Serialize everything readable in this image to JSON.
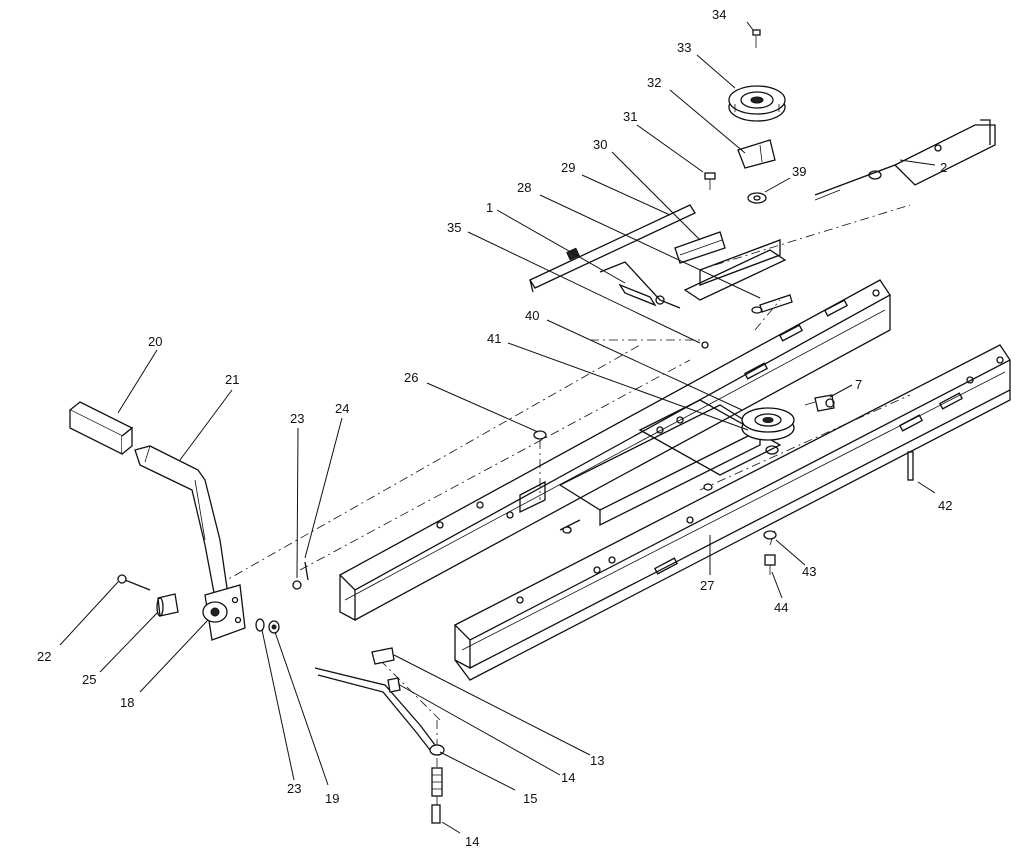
{
  "callouts": [
    {
      "id": "c34",
      "label": "34"
    },
    {
      "id": "c33",
      "label": "33"
    },
    {
      "id": "c32",
      "label": "32"
    },
    {
      "id": "c31",
      "label": "31"
    },
    {
      "id": "c30",
      "label": "30"
    },
    {
      "id": "c29",
      "label": "29"
    },
    {
      "id": "c28",
      "label": "28"
    },
    {
      "id": "c39",
      "label": "39"
    },
    {
      "id": "c2",
      "label": "2"
    },
    {
      "id": "c1",
      "label": "1"
    },
    {
      "id": "c35",
      "label": "35"
    },
    {
      "id": "c40",
      "label": "40"
    },
    {
      "id": "c41",
      "label": "41"
    },
    {
      "id": "c26",
      "label": "26"
    },
    {
      "id": "c7",
      "label": "7"
    },
    {
      "id": "c42",
      "label": "42"
    },
    {
      "id": "c20",
      "label": "20"
    },
    {
      "id": "c21",
      "label": "21"
    },
    {
      "id": "c23a",
      "label": "23"
    },
    {
      "id": "c24",
      "label": "24"
    },
    {
      "id": "c27",
      "label": "27"
    },
    {
      "id": "c43",
      "label": "43"
    },
    {
      "id": "c44",
      "label": "44"
    },
    {
      "id": "c22",
      "label": "22"
    },
    {
      "id": "c25",
      "label": "25"
    },
    {
      "id": "c18",
      "label": "18"
    },
    {
      "id": "c13",
      "label": "13"
    },
    {
      "id": "c14a",
      "label": "14"
    },
    {
      "id": "c15",
      "label": "15"
    },
    {
      "id": "c23b",
      "label": "23"
    },
    {
      "id": "c19",
      "label": "19"
    },
    {
      "id": "c14b",
      "label": "14"
    }
  ]
}
